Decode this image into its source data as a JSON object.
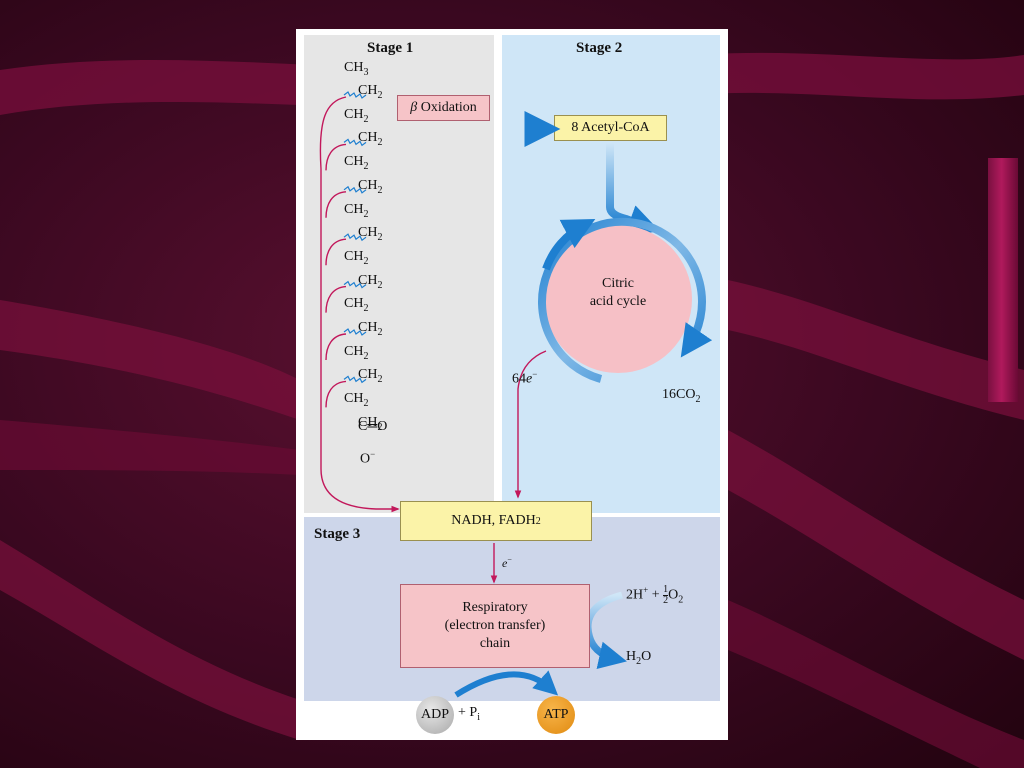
{
  "stages": {
    "stage1": "Stage 1",
    "stage2": "Stage 2",
    "stage3": "Stage 3"
  },
  "chain": {
    "top": "CH",
    "top_sub": "3",
    "repeat": "CH",
    "repeat_sub": "2",
    "carbonyl": "C═O",
    "oxygen": "O",
    "oxygen_sup": "−"
  },
  "beta_oxidation": {
    "symbol": "β",
    "label": "Oxidation"
  },
  "acetyl_coa": "8 Acetyl-CoA",
  "citric_cycle": {
    "line1": "Citric",
    "line2": "acid cycle"
  },
  "electrons_64": {
    "value": "64",
    "symbol": "e",
    "sup": "−"
  },
  "co2": {
    "prefix": "16CO",
    "sub": "2"
  },
  "nadh": {
    "text": "NADH, FADH",
    "sub": "2"
  },
  "electron_e": {
    "symbol": "e",
    "sup": "−"
  },
  "respiratory": {
    "line1": "Respiratory",
    "line2": "(electron transfer)",
    "line3": "chain"
  },
  "oxygen_input": {
    "text": "2H",
    "sup": "+",
    "plus": " + ",
    "frac_num": "1",
    "frac_den": "2",
    "o": "O",
    "o_sub": "2"
  },
  "water": {
    "h": "H",
    "sub": "2",
    "o": "O"
  },
  "adp": "ADP",
  "pi": {
    "plus": "+ P",
    "sub": "i"
  },
  "atp": "ATP",
  "colors": {
    "arrow_blue": "#1e7fd0",
    "magenta": "#c2185b",
    "pink_box": "#f6c4c8",
    "yellow_box": "#fbf3a8"
  }
}
